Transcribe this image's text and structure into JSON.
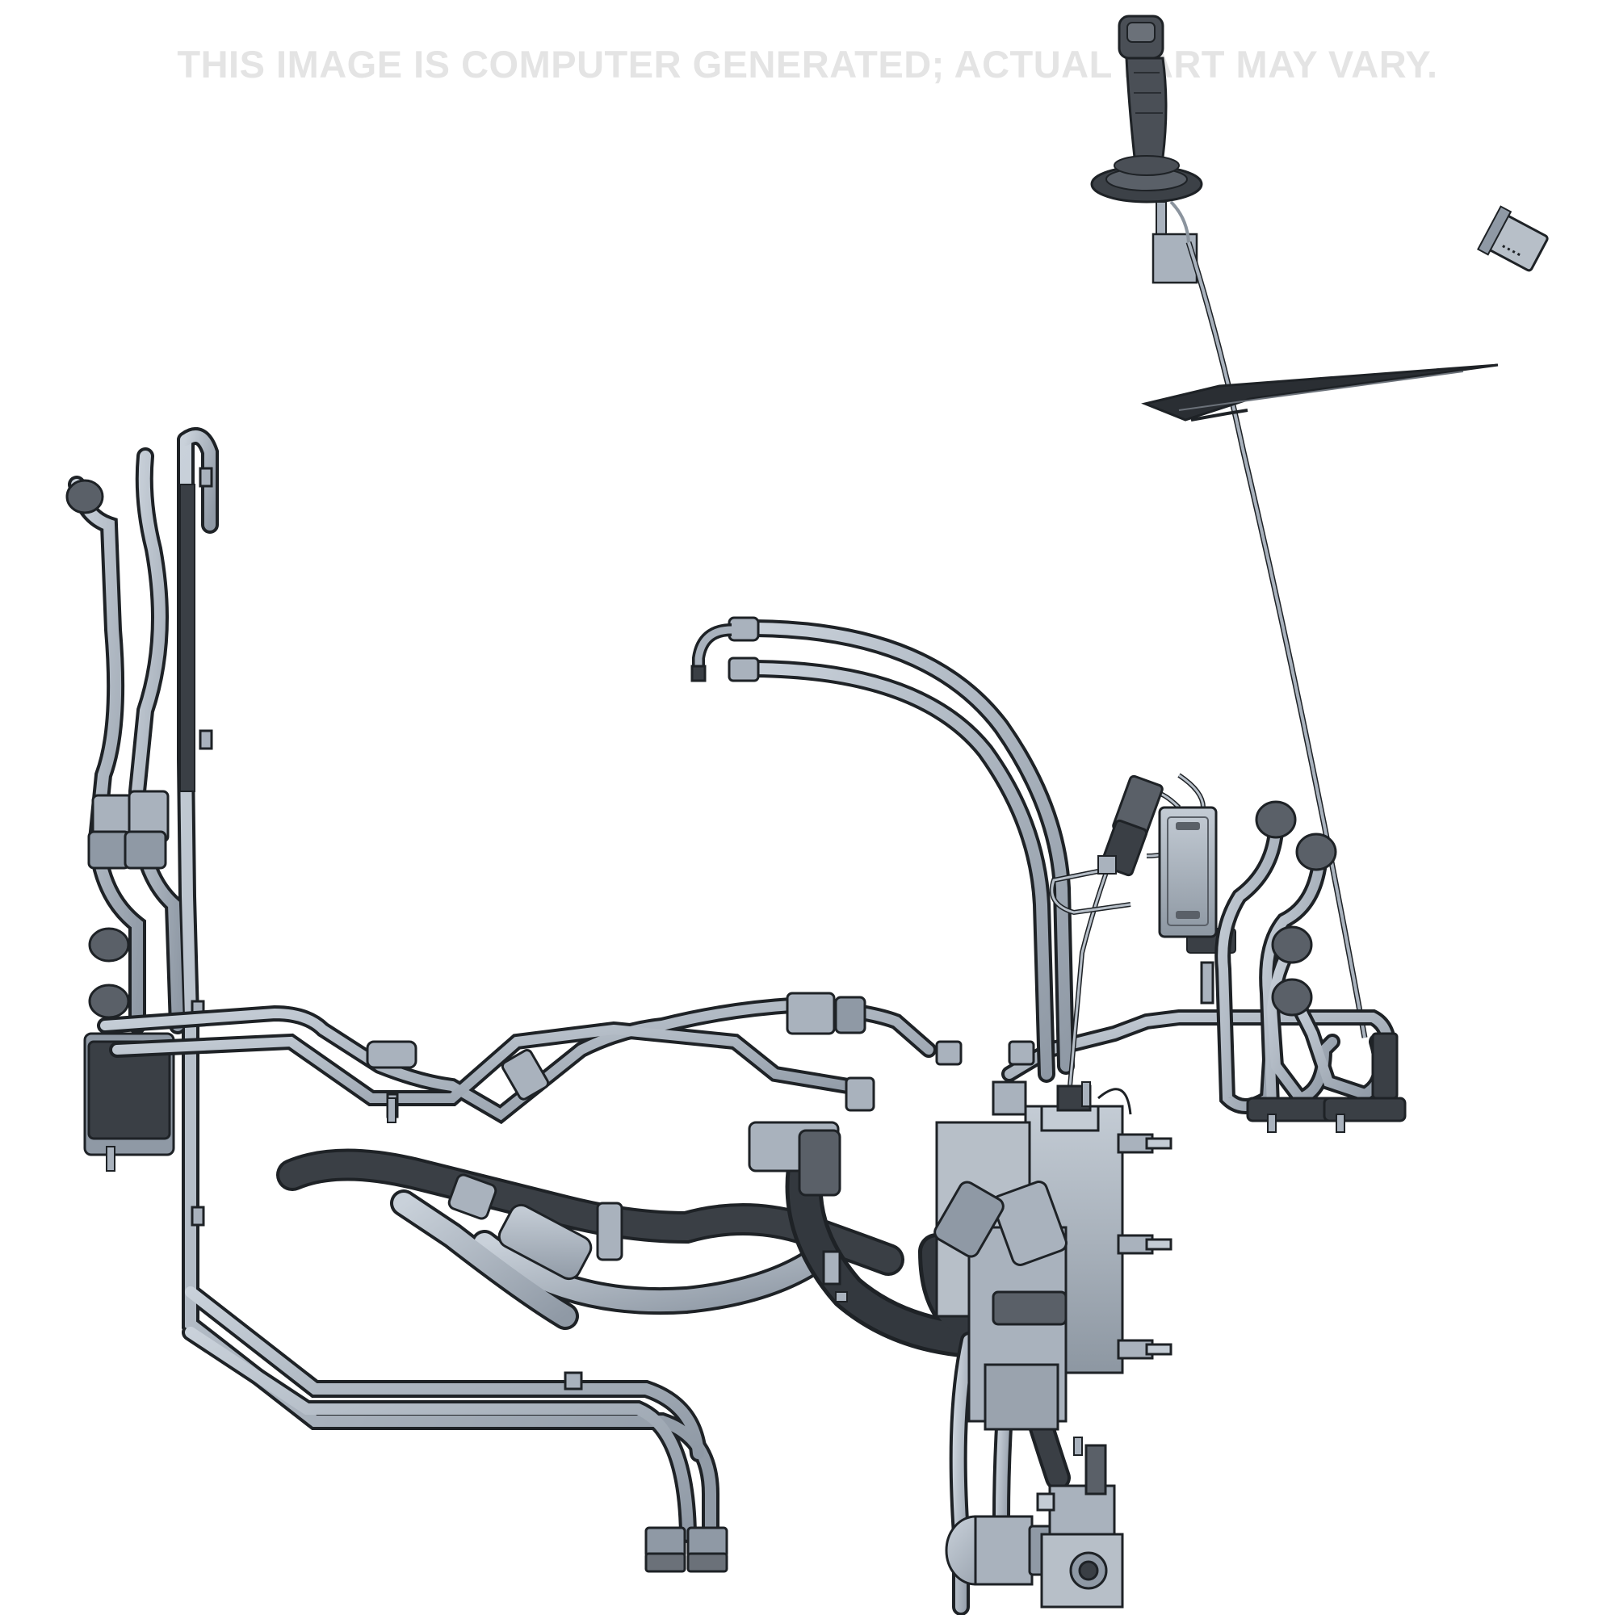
{
  "watermark": {
    "text": "THIS IMAGE IS COMPUTER GENERATED; ACTUAL PART MAY VARY."
  },
  "colors": {
    "background": "#ffffff",
    "part_fill": "#a9b2bd",
    "part_light": "#c4ccd5",
    "part_dark": "#3a3f45",
    "outline": "#1e2226",
    "watermark": "#e4e4e4"
  },
  "components": [
    "joystick-handle",
    "rocker-switch",
    "floor-boot-plate",
    "left-hydraulic-line-bundle",
    "upper-hose-pair",
    "wiring-harness-connectors",
    "electronic-control-module",
    "right-hydraulic-line-bundle",
    "main-crossover-lines",
    "lower-hose-assembly",
    "hydraulic-valve-block",
    "accumulator",
    "lower-left-return-lines"
  ]
}
